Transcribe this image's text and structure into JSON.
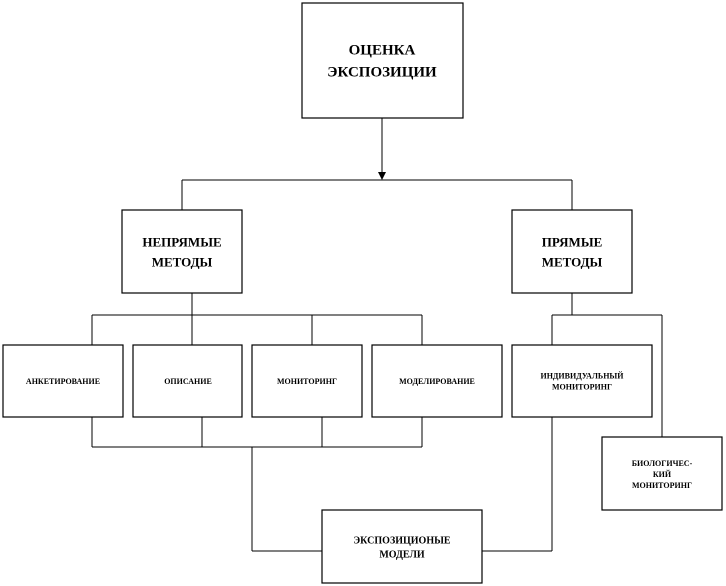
{
  "diagram": {
    "root": {
      "lines": [
        "ОЦЕНКА",
        "ЭКСПОЗИЦИИ"
      ]
    },
    "indirect": {
      "lines": [
        "НЕПРЯМЫЕ",
        "МЕТОДЫ"
      ]
    },
    "direct": {
      "lines": [
        "ПРЯМЫЕ",
        "МЕТОДЫ"
      ]
    },
    "survey": {
      "lines": [
        "АНКЕТИРОВАНИЕ"
      ]
    },
    "description": {
      "lines": [
        "ОПИСАНИЕ"
      ]
    },
    "monitoring": {
      "lines": [
        "МОНИТОРИНГ"
      ]
    },
    "modeling": {
      "lines": [
        "МОДЕЛИРОВАНИЕ"
      ]
    },
    "individual": {
      "lines": [
        "ИНДИВИДУАЛЬНЫЙ",
        "МОНИТОРИНГ"
      ]
    },
    "biological": {
      "lines": [
        "БИОЛОГИЧЕС-",
        "КИЙ",
        "МОНИТОРИНГ"
      ]
    },
    "models": {
      "lines": [
        "ЭКСПОЗИЦИОНЫЕ",
        "МОДЕЛИ"
      ]
    }
  },
  "colors": {
    "line": "#000000",
    "fill": "#ffffff"
  }
}
